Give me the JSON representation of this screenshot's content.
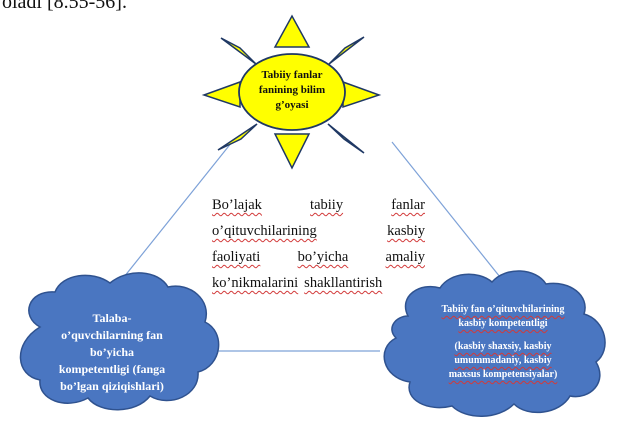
{
  "page": {
    "top_text": "oladi [8.55-56]."
  },
  "sun": {
    "label_lines": [
      "Tabiiy fanlar",
      "fanining bilim",
      "g’oyasi"
    ],
    "fill_color": "#ffff00",
    "stroke_color": "#1f3864"
  },
  "center_text": {
    "lines": [
      [
        "Bo’lajak",
        "tabiiy",
        "fanlar"
      ],
      [
        "o’qituvchilarining",
        "kasbiy"
      ],
      [
        "faoliyati",
        "bo’yicha",
        "amaliy"
      ],
      [
        "ko’nikmalarini",
        "shakllantirish"
      ]
    ]
  },
  "cloud_left": {
    "label_lines": [
      "Talaba-",
      "o’quvchilarning fan",
      "bo’yicha",
      "kompetentligi (fanga",
      "bo’lgan qiziqishlari)"
    ],
    "fill_color": "#4a76c1"
  },
  "cloud_right": {
    "title_lines": [
      "Tabiiy  fan o’qituvchilarining",
      "kasbiy kompetentligi"
    ],
    "detail_lines": [
      "(kasbiy shaxsiy, kasbiy",
      "umummadaniy,  kasbiy",
      "maxsus kompetensiyalar)"
    ],
    "fill_color": "#4a76c1"
  },
  "connector_color": "#7ea2d8"
}
